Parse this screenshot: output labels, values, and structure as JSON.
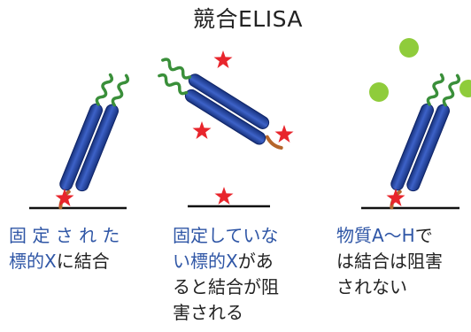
{
  "title": "競合ELISA",
  "colors": {
    "antibody": "#1f3f96",
    "antibody_highlight": "#4d6fd0",
    "helix": "#3a8f3a",
    "tail": "#b5652b",
    "label_star": "#e8252c",
    "substance": "#8fcc3b",
    "surface": "#111111",
    "highlight_text": "#2f56a6"
  },
  "panels": [
    {
      "caption_parts": [
        {
          "text": "固 定 さ れ た\n標的X",
          "highlight": true
        },
        {
          "text": "に結合",
          "highlight": false
        }
      ]
    },
    {
      "caption_parts": [
        {
          "text": "固定していな\nい標的X",
          "highlight": true
        },
        {
          "text": "があ\nると結合が阻\n害される",
          "highlight": false
        }
      ]
    },
    {
      "caption_parts": [
        {
          "text": "物質A〜H",
          "highlight": true
        },
        {
          "text": "で\nは結合は阻害\nされない",
          "highlight": false
        }
      ]
    }
  ]
}
